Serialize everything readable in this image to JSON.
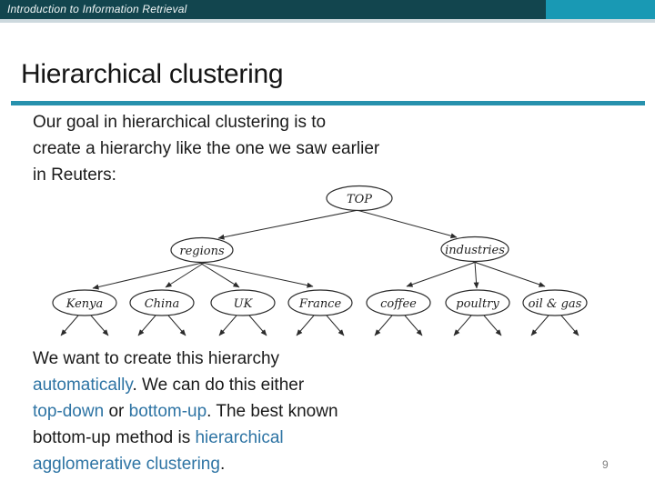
{
  "colors": {
    "header_dark": "#12454e",
    "header_accent": "#1999b4",
    "header_strip": "#cdd9de",
    "title_rule": "#2791ad",
    "body_text": "#1a1a1a",
    "accent_text": "#2e74a4",
    "tree_ink": "#2b2b2b",
    "page_number": "#7f7f7f"
  },
  "header": {
    "title": "Introduction to Information Retrieval"
  },
  "slide": {
    "title": "Hierarchical clustering",
    "page_number": "9"
  },
  "intro": {
    "lines": [
      "Our goal in hierarchical clustering is to",
      "create a hierarchy like the one we saw earlier",
      "in Reuters:"
    ]
  },
  "tree": {
    "root": "TOP",
    "branches": [
      "regions",
      "industries"
    ],
    "leaves": [
      "Kenya",
      "China",
      "UK",
      "France",
      "coffee",
      "poultry",
      "oil & gas"
    ]
  },
  "outro": {
    "lines": [
      {
        "segments": [
          {
            "text": "We want to create this hierarchy",
            "accent": false
          }
        ]
      },
      {
        "segments": [
          {
            "text": "automatically",
            "accent": true
          },
          {
            "text": ". We can do this either",
            "accent": false
          }
        ]
      },
      {
        "segments": [
          {
            "text": "top-down",
            "accent": true
          },
          {
            "text": " or ",
            "accent": false
          },
          {
            "text": "bottom-up",
            "accent": true
          },
          {
            "text": ". The best known",
            "accent": false
          }
        ]
      },
      {
        "segments": [
          {
            "text": "bottom-up method is ",
            "accent": false
          },
          {
            "text": "hierarchical",
            "accent": true
          }
        ]
      },
      {
        "segments": [
          {
            "text": "agglomerative clustering",
            "accent": true
          },
          {
            "text": ".",
            "accent": false
          }
        ]
      }
    ]
  }
}
